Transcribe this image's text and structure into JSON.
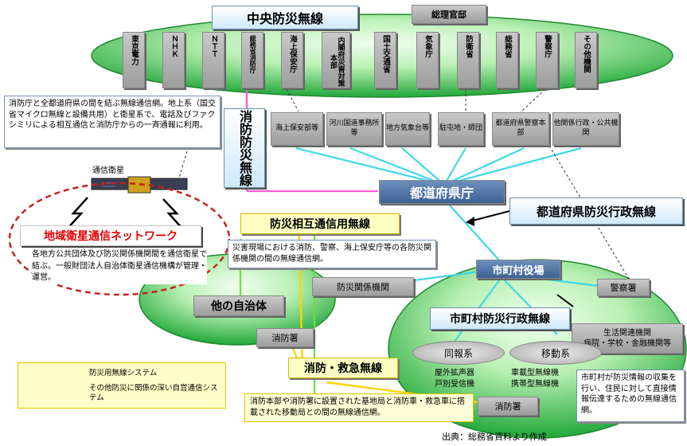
{
  "central": {
    "title": "中央防災無線",
    "cabinet": "総理官邸",
    "agencies": [
      "東京電力",
      "ＮＨＫ",
      "ＮＴＴ",
      "総務省消防庁",
      "海上保安庁",
      "内閣府災害対策本部",
      "国土交通省",
      "気象庁",
      "防衛省",
      "総務省",
      "警察庁",
      "その他機関"
    ]
  },
  "local_offices": [
    "海上保安部等",
    "河川国道事務所等",
    "地方気象台等",
    "駐屯地・師団",
    "都道府県警察本部",
    "他関係行政・公共機関"
  ],
  "fire_radio": {
    "label": "消防防災無線"
  },
  "fire_note": "消防庁と全都道府県の間を結ぶ無線通信網。地上系（国交省マイクロ無線と設備共用）と衛星系で、電話及びファクシミリによる相互通信と消防庁からの一斉通報に利用。",
  "satellite": {
    "label": "通信衛星",
    "network_title": "地域衛星通信ネットワーク",
    "note": "各地方公共団体及び防災関係機関間を通信衛星で結ぶ。一般財団法人自治体衛星通信機構が管理・運営。"
  },
  "prefecture": {
    "office": "都道府県庁",
    "radio_title": "都道府県防災行政無線"
  },
  "mutual": {
    "title": "防災相互通信用無線",
    "note": "災害現場における消防、警察、海上保安庁等の各防災関係機関の間の無線通信網。",
    "org": "防災関係機関"
  },
  "municipal": {
    "office": "市町村役場",
    "police": "警察署",
    "radio_title": "市町村防災行政無線",
    "life": "生活関連機関\n病院・学校・金融機関等",
    "broadcast": {
      "title": "同報系",
      "items": "屋外拡声器\n戸別受信機"
    },
    "mobile": {
      "title": "移動系",
      "items": "車載型無線機\n携帯型無線機"
    },
    "note": "市町村が防災情報の収集を行い、住民に対して直接情報伝達するための無線通信網。"
  },
  "other_municipality": {
    "label": "他の自治体",
    "fire_station": "消防署"
  },
  "emergency": {
    "title": "消防・救急無線",
    "note": "消防本部や消防署に設置された基地局と消防車・救急車に搭載された移動局との間の無線通信網。",
    "fire_station": "消防署"
  },
  "legend": {
    "solid": "防災用無線システム",
    "dashed": "その他防災に関係の深い自営通信システム"
  },
  "source": "出典：総務省資料より作成",
  "colors": {
    "ellipse_green": "#2fb84a",
    "line_cyan": "#3fd8e8",
    "line_pink": "#ff5bd6",
    "line_green": "#6fdc45",
    "line_yellow": "#ffd400",
    "title_red": "#e60000"
  }
}
